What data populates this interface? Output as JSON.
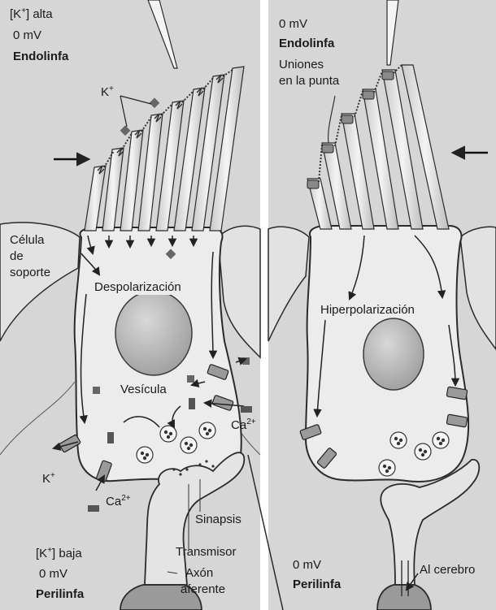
{
  "left_panel": {
    "k_high": "alta",
    "mv_top": "0 mV",
    "endolymph": "Endolinfa",
    "k_ion": "K",
    "support_cell_l1": "Célula",
    "support_cell_l2": "de",
    "support_cell_l3": "soporte",
    "process": "Despolarización",
    "vesicle": "Vesícula",
    "calcium_right": "Ca",
    "k_ion_bottom": "K",
    "calcium_bottom": "Ca",
    "synapse": "Sinapsis",
    "transmitter": "Transmisor",
    "axon_l1": "Axón",
    "axon_l2": "aferente",
    "k_low": "baja",
    "mv_bottom": "0 mV",
    "perilymph": "Perilinfa"
  },
  "right_panel": {
    "mv_top": "0 mV",
    "endolymph": "Endolinfa",
    "tip_links_l1": "Uniones",
    "tip_links_l2": "en la punta",
    "process": "Hiperpolarización",
    "mv_bottom": "0 mV",
    "perilymph": "Perilinfa",
    "to_brain": "Al cerebro"
  },
  "colors": {
    "fluid": "#d6d6d6",
    "cell": "#ededed",
    "nucleus": "#b4b4b4",
    "outline": "#2b2b2b"
  }
}
